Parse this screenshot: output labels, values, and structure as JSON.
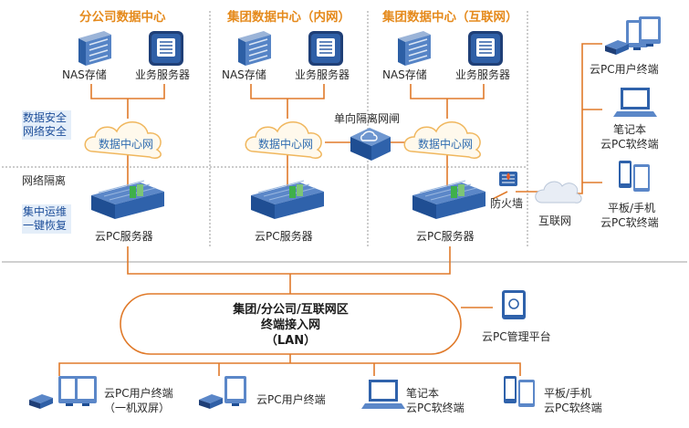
{
  "datacenters": [
    {
      "title": "分公司数据中心",
      "nas_label": "NAS存储",
      "server_label": "业务服务器",
      "cloud_label": "数据中心网",
      "pc_server_label": "云PC服务器"
    },
    {
      "title": "集团数据中心（内网）",
      "nas_label": "NAS存储",
      "server_label": "业务服务器",
      "cloud_label": "数据中心网",
      "pc_server_label": "云PC服务器"
    },
    {
      "title": "集团数据中心（互联网）",
      "nas_label": "NAS存储",
      "server_label": "业务服务器",
      "cloud_label": "数据中心网",
      "pc_server_label": "云PC服务器"
    }
  ],
  "side_labels": {
    "security": [
      "数据安全",
      "网络安全"
    ],
    "isolation": "网络隔离",
    "ops": [
      "集中运维",
      "一键恢复"
    ]
  },
  "gateway_label": "单向隔离网闸",
  "firewall_label": "防火墙",
  "internet_label": "互联网",
  "right_terminals": [
    {
      "lines": [
        "云PC用户终端"
      ]
    },
    {
      "lines": [
        "笔记本",
        "云PC软终端"
      ]
    },
    {
      "lines": [
        "平板/手机",
        "云PC软终端"
      ]
    }
  ],
  "lan": {
    "lines": [
      "集团/分公司/互联网区",
      "终端接入网",
      "（LAN）"
    ]
  },
  "mgmt_label": "云PC管理平台",
  "bottom_terminals": [
    {
      "lines": [
        "云PC用户终端",
        "（一机双屏）"
      ]
    },
    {
      "lines": [
        "云PC用户终端"
      ]
    },
    {
      "lines": [
        "笔记本",
        "云PC软终端"
      ]
    },
    {
      "lines": [
        "平板/手机",
        "云PC软终端"
      ]
    }
  ],
  "colors": {
    "accent": "#e58a1c",
    "line_orange": "#e07a2a",
    "primary": "#2a5fa8",
    "server": "#1f4e93",
    "label_blue": "#2f6cb0"
  },
  "icons": [
    "nas-icon",
    "server-icon",
    "cloud-icon",
    "gateway-icon",
    "rack-server-icon",
    "firewall-icon",
    "monitor-icon",
    "laptop-icon",
    "tablet-icon"
  ]
}
